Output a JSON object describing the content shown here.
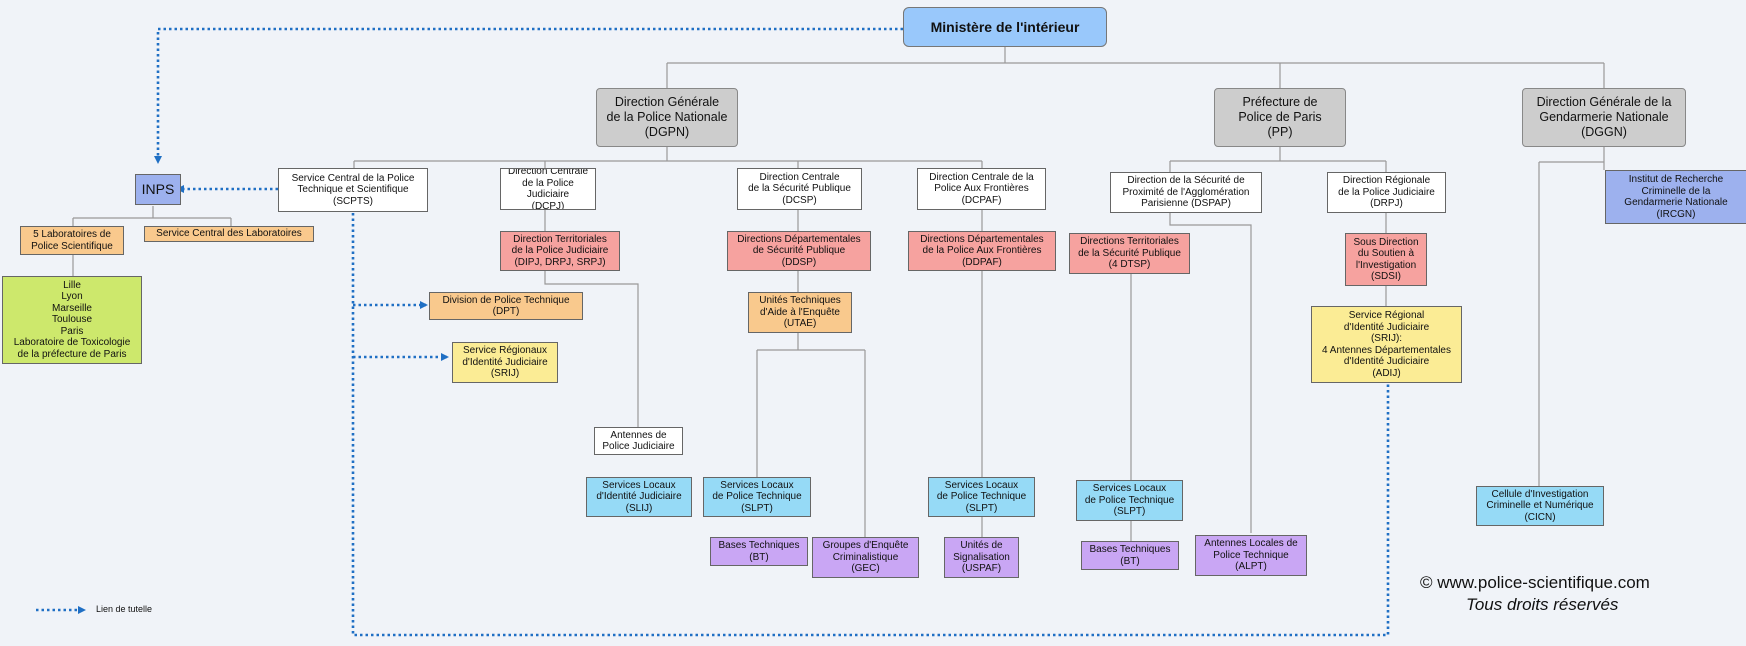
{
  "nodes": {
    "ministere": "Ministère de l'intérieur",
    "dgpn": "Direction Générale\nde la Police Nationale\n(DGPN)",
    "pp": "Préfecture de\nPolice de Paris\n(PP)",
    "dggn": "Direction Générale de la\nGendarmerie Nationale\n(DGGN)",
    "inps": "INPS",
    "labos": "5 Laboratoires de\nPolice Scientifique",
    "scl": "Service Central des Laboratoires",
    "villes": "Lille\nLyon\nMarseille\nToulouse\nParis\nLaboratoire de Toxicologie\nde la préfecture de Paris",
    "scpts": "Service Central de la Police\nTechnique et Scientifique\n(SCPTS)",
    "dcpj": "Direction Centrale\nde la Police Judiciaire\n(DCPJ)",
    "dcsp": "Direction Centrale\nde la Sécurité Publique\n(DCSP)",
    "dcpaf": "Direction Centrale de la\nPolice Aux Frontières\n(DCPAF)",
    "dspap": "Direction de la Sécurité de\nProximité de l'Agglomération\nParisienne (DSPAP)",
    "drpj": "Direction Régionale\nde la Police Judiciaire\n(DRPJ)",
    "ircgn": "Institut de Recherche\nCriminelle de la\nGendarmerie Nationale\n(IRCGN)",
    "dt_pj": "Direction Territoriales\nde la Police Judiciaire\n(DIPJ, DRPJ, SRPJ)",
    "ddsp": "Directions Départementales\nde Sécurité Publique\n(DDSP)",
    "ddpaf": "Directions Départementales\nde la Police Aux Frontières\n(DDPAF)",
    "dtsp": "Directions Territoriales\nde la Sécurité Publique\n(4 DTSP)",
    "sdsi": "Sous Direction\ndu Soutien à\nl'Investigation\n(SDSI)",
    "dpt": "Division de Police Technique\n(DPT)",
    "srij": "Service Régionaux\nd'Identité Judiciaire\n(SRIJ)",
    "utae": "Unités Techniques\nd'Aide à l'Enquête\n(UTAE)",
    "srij_adij": "Service Régional\nd'Identité Judiciaire\n(SRIJ):\n4 Antennes Départementales\nd'Identité Judiciaire\n(ADIJ)",
    "antennes_pj": "Antennes de\nPolice Judiciaire",
    "slij": "Services Locaux\nd'Identité Judiciaire\n(SLIJ)",
    "slpt_dcsp": "Services Locaux\nde Police Technique\n(SLPT)",
    "slpt_dcpaf": "Services Locaux\nde Police Technique\n(SLPT)",
    "slpt_dspap": "Services Locaux\nde Police Technique\n(SLPT)",
    "cicn": "Cellule d'Investigation\nCriminelle et Numérique\n(CICN)",
    "bt_dcsp": "Bases Techniques\n(BT)",
    "gec": "Groupes d'Enquête\nCriminalistique\n(GEC)",
    "uspaf": "Unités de\nSignalisation\n(USPAF)",
    "bt_dspap": "Bases Techniques\n(BT)",
    "alpt": "Antennes Locales de\nPolice Technique\n(ALPT)"
  },
  "legend": {
    "label": "Lien de tutelle"
  },
  "footer": {
    "copyright": "©  www.police-scientifique.com",
    "reserved": "Tous droits réservés"
  },
  "colors": {
    "line": "#999999",
    "tutelle": "#1f6fc4"
  }
}
